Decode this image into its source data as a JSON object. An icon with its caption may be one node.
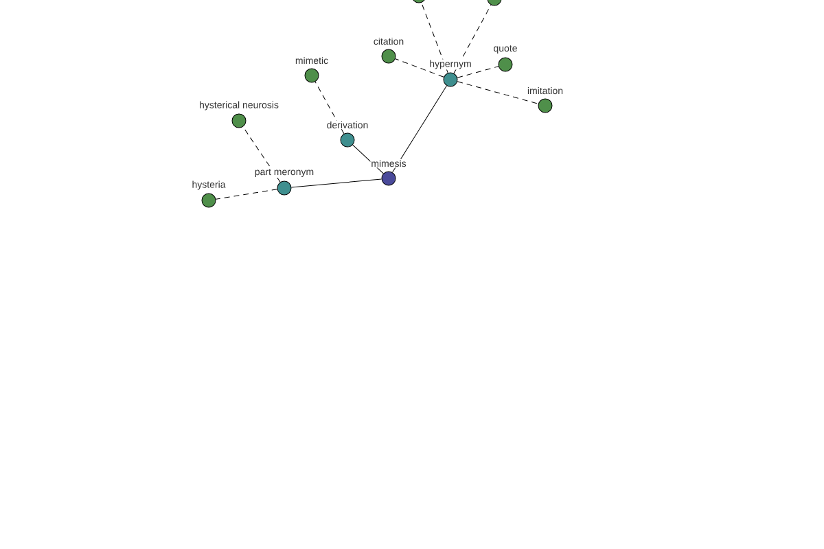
{
  "diagram": {
    "nodes": [
      {
        "text": [
          "mimesis"
        ]
      },
      {
        "text": [
          "hypernym"
        ]
      },
      {
        "text": [
          "derivation"
        ]
      },
      {
        "text": [
          "part meronym"
        ]
      },
      {
        "text": [
          "hysteria"
        ]
      },
      {
        "text": [
          "hysterical neurosis"
        ]
      },
      {
        "text": [
          "mimetic"
        ]
      },
      {
        "text": [
          "citation"
        ]
      },
      {
        "text": [
          "quote"
        ]
      },
      {
        "text": [
          "imitation"
        ]
      },
      {
        "text": [],
        "shape": "circle"
      },
      {
        "text": [],
        "shape": "circle"
      }
    ],
    "edges": [
      {
        "from": 0,
        "to": 1,
        "arrow": "none"
      },
      {
        "from": 0,
        "to": 2,
        "arrow": "none"
      },
      {
        "from": 0,
        "to": 3,
        "arrow": "none"
      },
      {
        "from": 1,
        "to": 7,
        "arrow": "none",
        "style": "dashed"
      },
      {
        "from": 1,
        "to": 8,
        "arrow": "none",
        "style": "dashed"
      },
      {
        "from": 1,
        "to": 9,
        "arrow": "none",
        "style": "dashed"
      },
      {
        "from": 1,
        "to": 10,
        "arrow": "none",
        "style": "dashed"
      },
      {
        "from": 1,
        "to": 11,
        "arrow": "none",
        "style": "dashed"
      },
      {
        "from": 2,
        "to": 6,
        "arrow": "none",
        "style": "dashed"
      },
      {
        "from": 3,
        "to": 4,
        "arrow": "none",
        "style": "dashed"
      },
      {
        "from": 3,
        "to": 5,
        "arrow": "none",
        "style": "dashed"
      }
    ]
  }
}
